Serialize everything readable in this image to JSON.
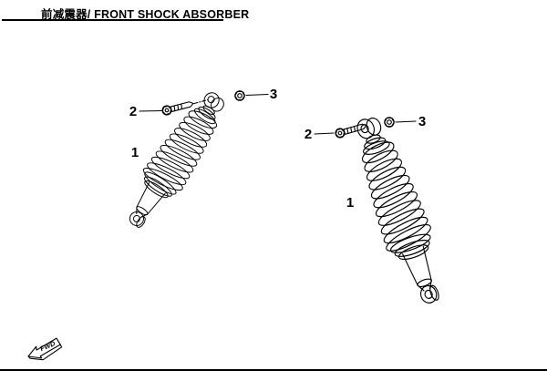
{
  "title": "前减震器/ FRONT SHOCK ABSORBER",
  "direction_indicator": "FWD",
  "colors": {
    "line": "#000000",
    "background": "#ffffff"
  },
  "callouts": {
    "left_shock": {
      "item": "1",
      "bolt": "2",
      "nut": "3"
    },
    "right_shock": {
      "item": "1",
      "bolt": "2",
      "nut": "3"
    }
  }
}
